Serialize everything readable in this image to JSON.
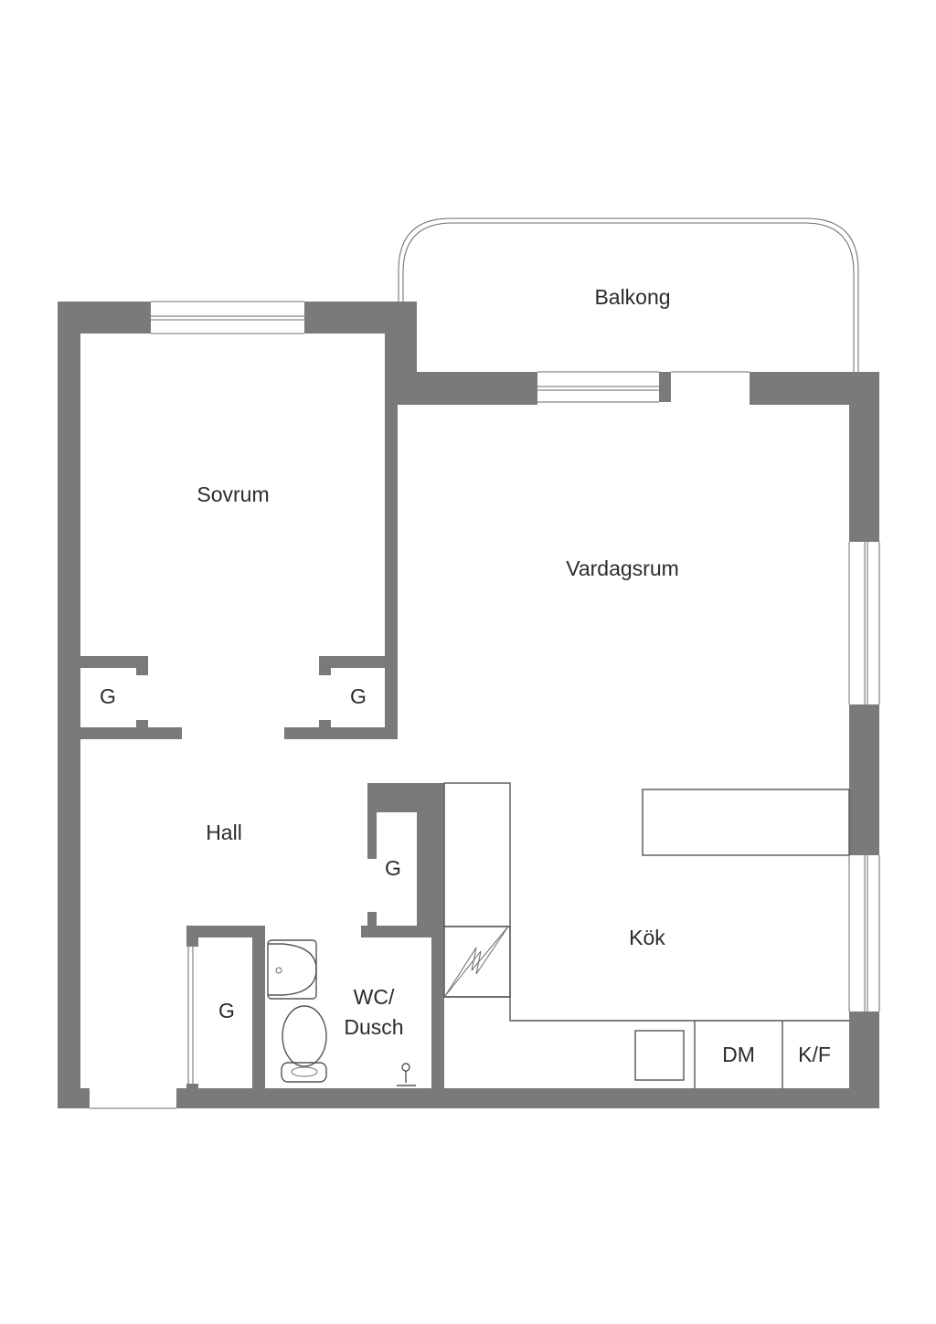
{
  "rooms": {
    "balkong": "Balkong",
    "sovrum": "Sovrum",
    "vardagsrum": "Vardagsrum",
    "hall": "Hall",
    "kok": "Kök",
    "wc_line1": "WC/",
    "wc_line2": "Dusch"
  },
  "storage": {
    "closet_bedroom_left": "G",
    "closet_bedroom_right": "G",
    "closet_hall": "G",
    "closet_entry": "G"
  },
  "appliances": {
    "dishwasher": "DM",
    "fridge_freezer": "K/F"
  },
  "colors": {
    "wall": "#7a7a7a",
    "line": "#555555",
    "text": "#2b2b2b",
    "background": "#ffffff"
  }
}
